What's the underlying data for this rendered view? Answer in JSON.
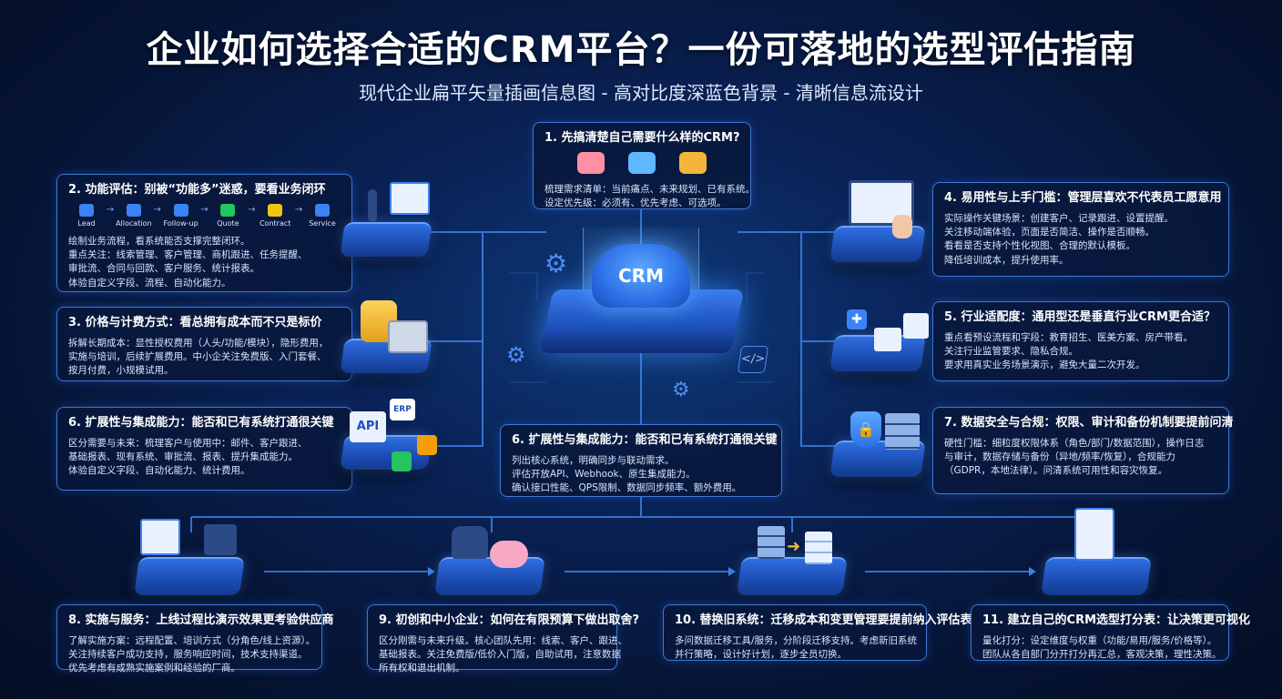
{
  "header": {
    "title": "企业如何选择合适的CRM平台？一份可落地的选型评估指南",
    "subtitle": "现代企业扁平矢量插画信息图 - 高对比度深蓝色背景 - 清晰信息流设计"
  },
  "center": {
    "label": "CRM"
  },
  "cards": {
    "needs": {
      "title": "1. 先搞清楚自己需要什么样的CRM?",
      "lines": [
        "梳理需求清单：当前痛点、未来规划、已有系统。",
        "设定优先级：必须有、优先考虑、可选项。"
      ]
    },
    "features": {
      "title": "2. 功能评估：别被“功能多”迷惑，要看业务闭环",
      "flow": [
        "Lead",
        "Allocation",
        "Follow-up",
        "Quote",
        "Contract",
        "Service"
      ],
      "lines": [
        "绘制业务流程，看系统能否支撑完整闭环。",
        "重点关注：线索管理、客户管理、商机跟进、任务提醒、",
        "审批流、合同与回款、客户服务、统计报表。",
        "体验自定义字段、流程、自动化能力。"
      ]
    },
    "pricing": {
      "title": "3. 价格与计费方式：看总拥有成本而不只是标价",
      "lines": [
        "拆解长期成本：显性授权费用（人头/功能/模块），隐形费用，",
        "实施与培训，后续扩展费用。中小企关注免费版、入门套餐、",
        "按月付费，小规模试用。"
      ]
    },
    "integration_left": {
      "title": "6. 扩展性与集成能力：能否和已有系统打通很关键",
      "lines": [
        "区分需要与未来：梳理客户与使用中：邮件、客户跟进、",
        "基础报表、现有系统、审批流、报表、提升集成能力。",
        "体验自定义字段、自动化能力、统计费用。"
      ]
    },
    "integration_center": {
      "title": "6. 扩展性与集成能力：能否和已有系统打通很关键",
      "lines": [
        "列出核心系统，明确同步与联动需求。",
        "评估开放API、Webhook、原生集成能力。",
        "确认接口性能、QPS限制、数据同步频率、额外费用。"
      ]
    },
    "usability": {
      "title": "4. 易用性与上手门槛：管理层喜欢不代表员工愿意用",
      "lines": [
        "实际操作关键场景：创建客户、记录跟进、设置提醒。",
        "关注移动端体验，页面是否简洁、操作是否顺畅。",
        "看看是否支持个性化视图、合理的默认模板。",
        "降低培训成本，提升使用率。"
      ]
    },
    "industry": {
      "title": "5. 行业适配度：通用型还是垂直行业CRM更合适？",
      "lines": [
        "重点看预设流程和字段：教育招生、医美方案、房产带看。",
        "关注行业监管要求、隐私合规。",
        "要求用真实业务场景演示，避免大量二次开发。"
      ]
    },
    "security": {
      "title": "7. 数据安全与合规：权限、审计和备份机制要提前问清",
      "lines": [
        "硬性门槛：细粒度权限体系（角色/部门/数据范围），操作日志",
        "与审计，数据存储与备份（异地/频率/恢复），合规能力",
        "（GDPR，本地法律）。问清系统可用性和容灾恢复。"
      ]
    },
    "implementation": {
      "title": "8. 实施与服务：上线过程比演示效果更考验供应商",
      "lines": [
        "了解实施方案：远程配置、培训方式（分角色/线上资源）。",
        "关注持续客户成功支持，服务响应时间，技术支持渠道。",
        "优先考虑有成熟实施案例和经验的厂商。"
      ]
    },
    "smb": {
      "title": "9. 初创和中小企业：如何在有限预算下做出取舍?",
      "lines": [
        "区分刚需与未来升级。核心团队先用：线索、客户、跟进、",
        "基础报表。关注免费版/低价入门版，自助试用，注意数据",
        "所有权和退出机制。"
      ]
    },
    "migration": {
      "title": "10. 替换旧系统：迁移成本和变更管理要提前纳入评估表",
      "lines": [
        "多问数据迁移工具/服务，分阶段迁移支持。考虑新旧系统",
        "并行策略，设计好计划，逐步全员切换。"
      ]
    },
    "scorecard": {
      "title": "11. 建立自己的CRM选型打分表：让决策更可视化",
      "lines": [
        "量化打分：设定维度与权重（功能/易用/服务/价格等）。",
        "团队从各自部门分开打分再汇总，客观决策，理性决策。"
      ]
    }
  },
  "icons": {
    "left_app_badges": [
      "API",
      "ERP"
    ]
  },
  "colors": {
    "background": "#061536",
    "card_border": "#3f78d0",
    "connector": "#3f86ee",
    "accent": "#2f6fe0"
  }
}
